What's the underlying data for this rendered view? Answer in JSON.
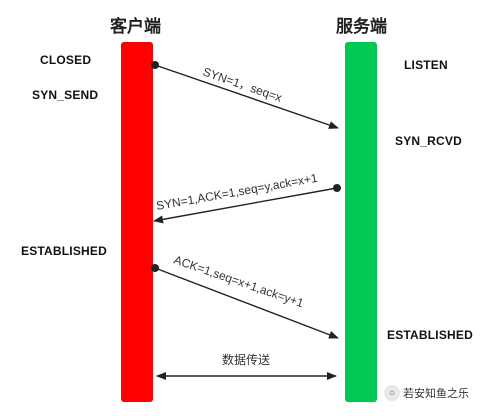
{
  "client": {
    "title": "客户端",
    "color": "#ff0000"
  },
  "server": {
    "title": "服务端",
    "color": "#00c853"
  },
  "client_states": {
    "closed": "CLOSED",
    "syn_send": "SYN_SEND",
    "established": "ESTABLISHED"
  },
  "server_states": {
    "listen": "LISTEN",
    "syn_rcvd": "SYN_RCVD",
    "established": "ESTABLISHED"
  },
  "messages": {
    "syn": "SYN=1，seq=x",
    "syn_ack": "SYN=1,ACK=1,seq=y,ack=x+1",
    "ack": "ACK=1,seq=x+1,ack=y+1"
  },
  "data_transfer": "数据传送",
  "watermark": {
    "icon": "chat-bubble-icon",
    "text": "若安知鱼之乐"
  }
}
